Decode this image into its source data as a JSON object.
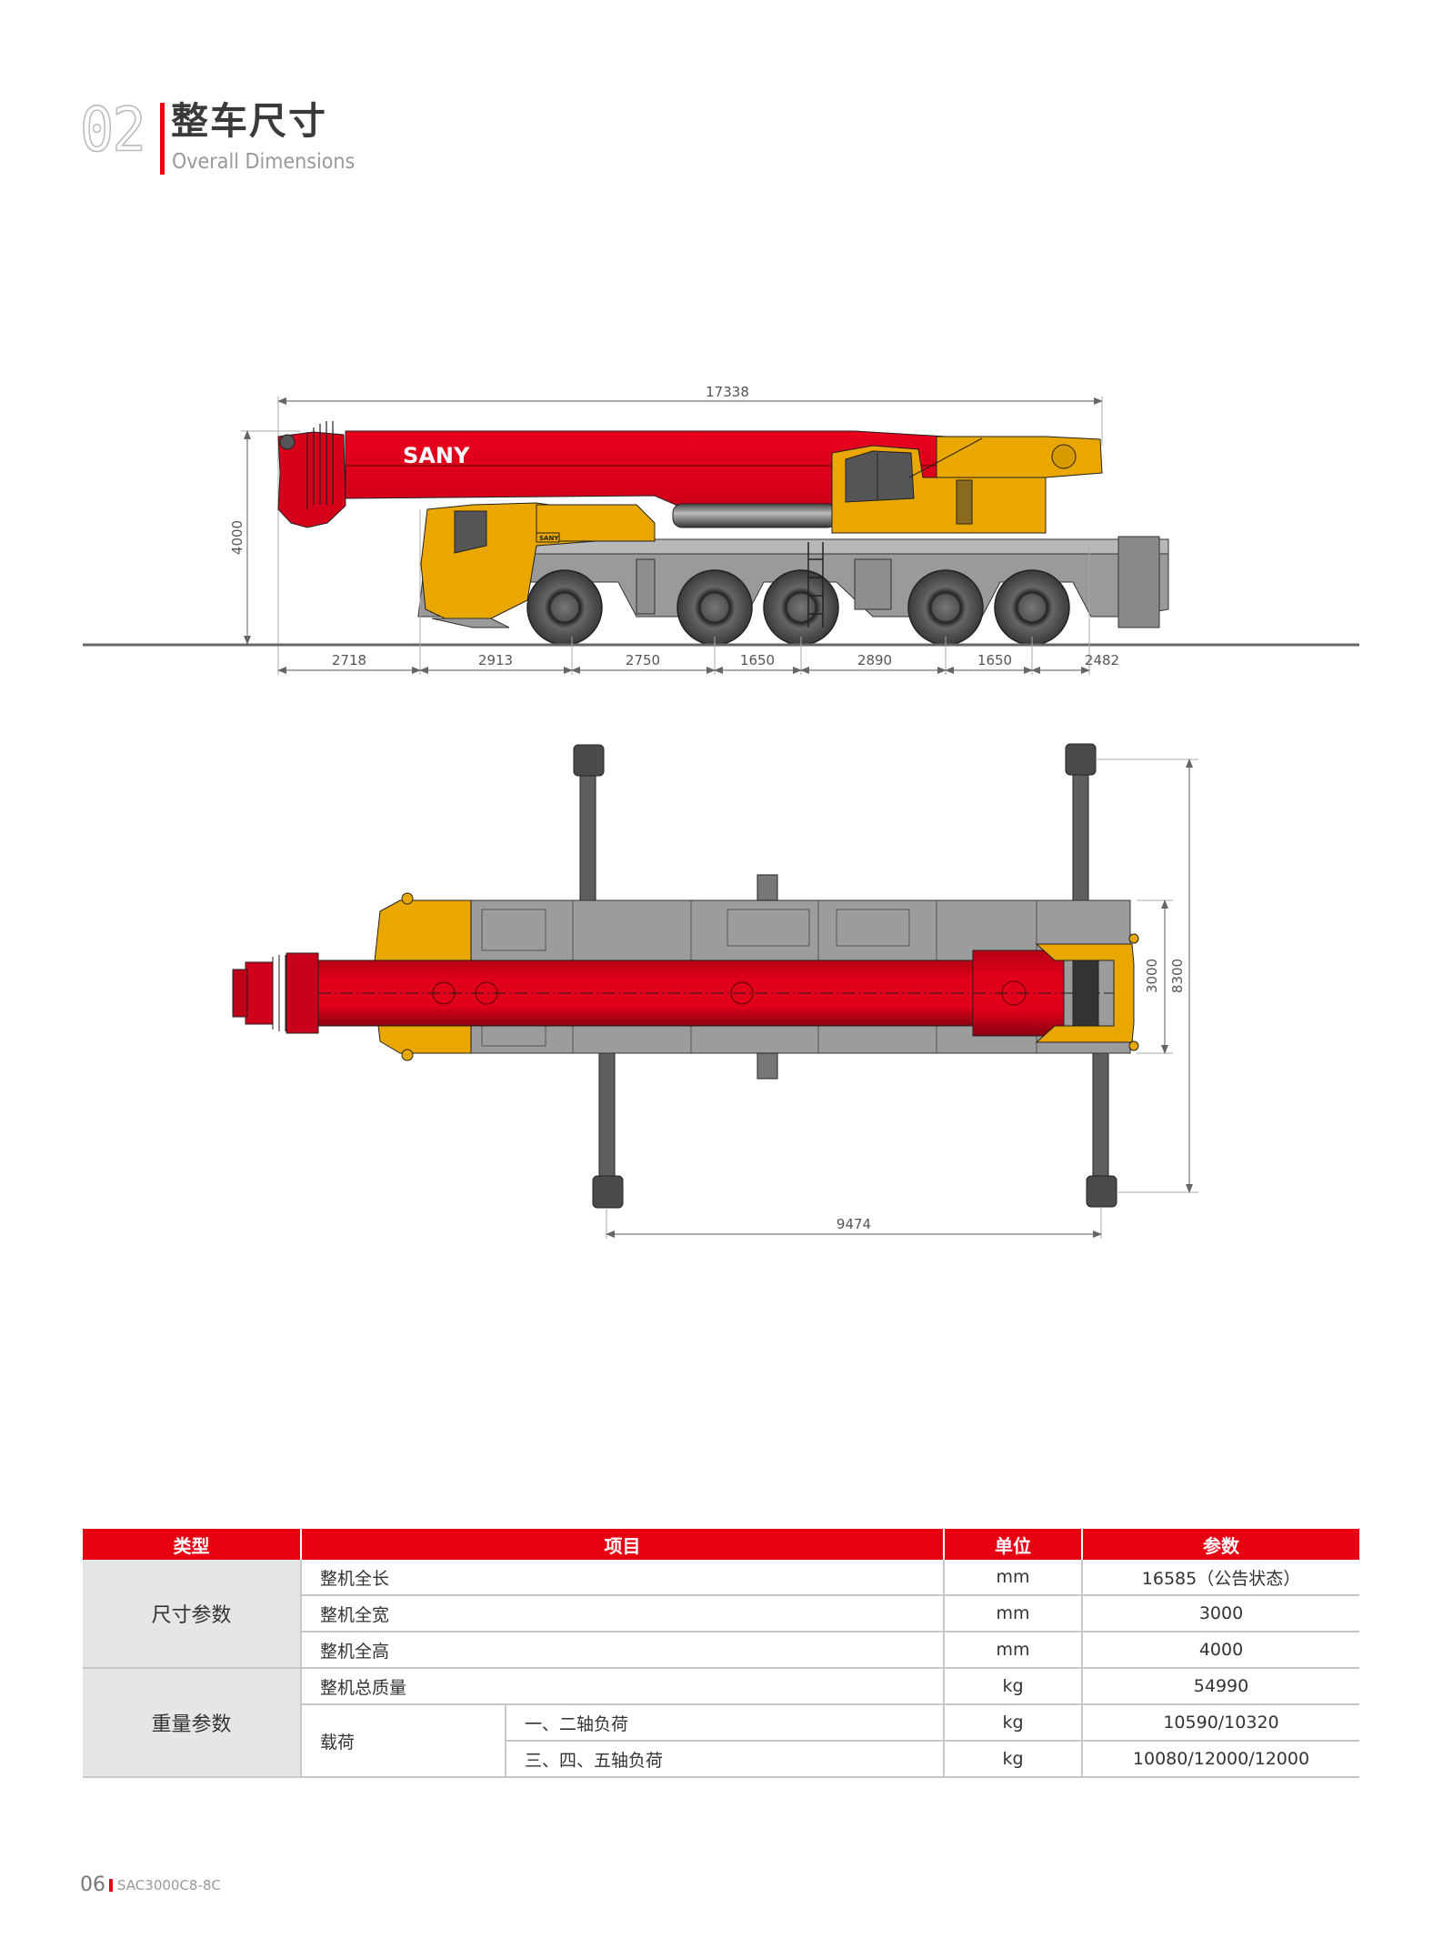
{
  "header": {
    "section_number": "02",
    "title": "整车尺寸",
    "subtitle": "Overall Dimensions"
  },
  "side_view": {
    "brand_on_boom": "SANY",
    "brand_on_cab": "SANY",
    "overall_length": "17338",
    "overall_height": "4000",
    "segments": [
      "2718",
      "2913",
      "2750",
      "1650",
      "2890",
      "1650",
      "2482"
    ]
  },
  "top_view": {
    "chassis_width": "3000",
    "outrigger_span_width": "8300",
    "outrigger_span_length": "9474"
  },
  "table": {
    "headers": {
      "type": "类型",
      "item": "项目",
      "unit": "单位",
      "param": "参数"
    },
    "groups": [
      {
        "category": "尺寸参数",
        "rows": [
          {
            "item": "整机全长",
            "unit": "mm",
            "value": "16585（公告状态）"
          },
          {
            "item": "整机全宽",
            "unit": "mm",
            "value": "3000"
          },
          {
            "item": "整机全高",
            "unit": "mm",
            "value": "4000"
          }
        ]
      },
      {
        "category": "重量参数",
        "rows": [
          {
            "item": "整机总质量",
            "unit": "kg",
            "value": "54990"
          },
          {
            "item": "载荷",
            "sub_item": "一、二轴负荷",
            "unit": "kg",
            "value": "10590/10320"
          },
          {
            "item": "载荷",
            "sub_item": "三、四、五轴负荷",
            "unit": "kg",
            "value": "10080/12000/12000"
          }
        ]
      }
    ]
  },
  "footer": {
    "page_number": "06",
    "model": "SAC3000C8-8C"
  },
  "colors": {
    "accent_red": "#e60012",
    "crane_red": "#e0001a",
    "crane_yellow": "#eaa700",
    "chassis_gray": "#9a9a9a",
    "table_gray": "#e6e6e6"
  }
}
